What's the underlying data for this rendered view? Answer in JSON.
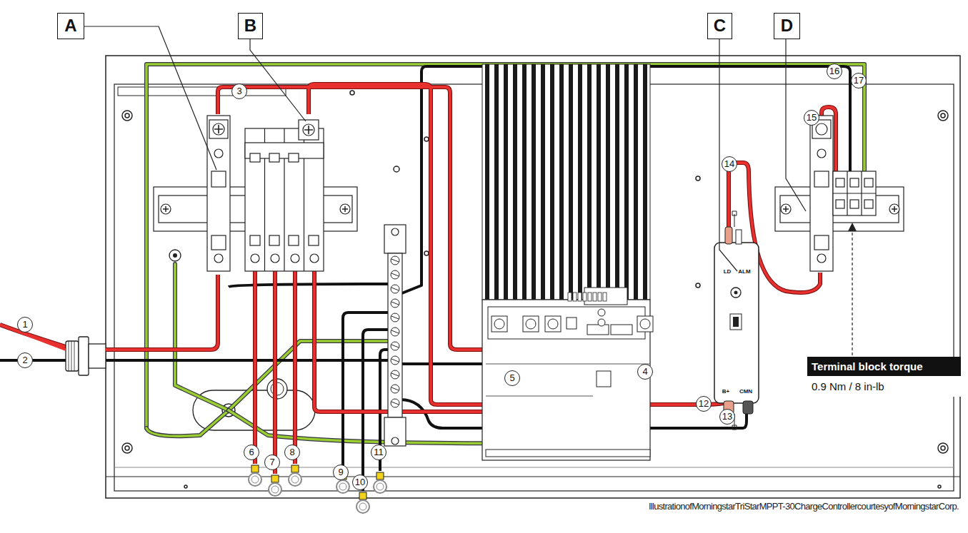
{
  "diagram": {
    "caption": "IllustrationofMorningstarTriStarMPPT-30ChargeControllercourtesyofMorningstarCorp.",
    "nodes": [
      {
        "text": [
          "A"
        ]
      },
      {
        "text": [
          "B"
        ]
      },
      {
        "text": [
          "C"
        ]
      },
      {
        "text": [
          "D"
        ]
      },
      {
        "text": [
          "Terminal block torque",
          "0.9 Nm / 8 in-lb"
        ]
      }
    ],
    "labels": [
      "1",
      "2",
      "3",
      "4",
      "5",
      "6",
      "7",
      "8",
      "9",
      "10",
      "11",
      "12",
      "13",
      "14",
      "15",
      "16",
      "17",
      "LD",
      "ALM",
      "B+",
      "CMN"
    ]
  }
}
